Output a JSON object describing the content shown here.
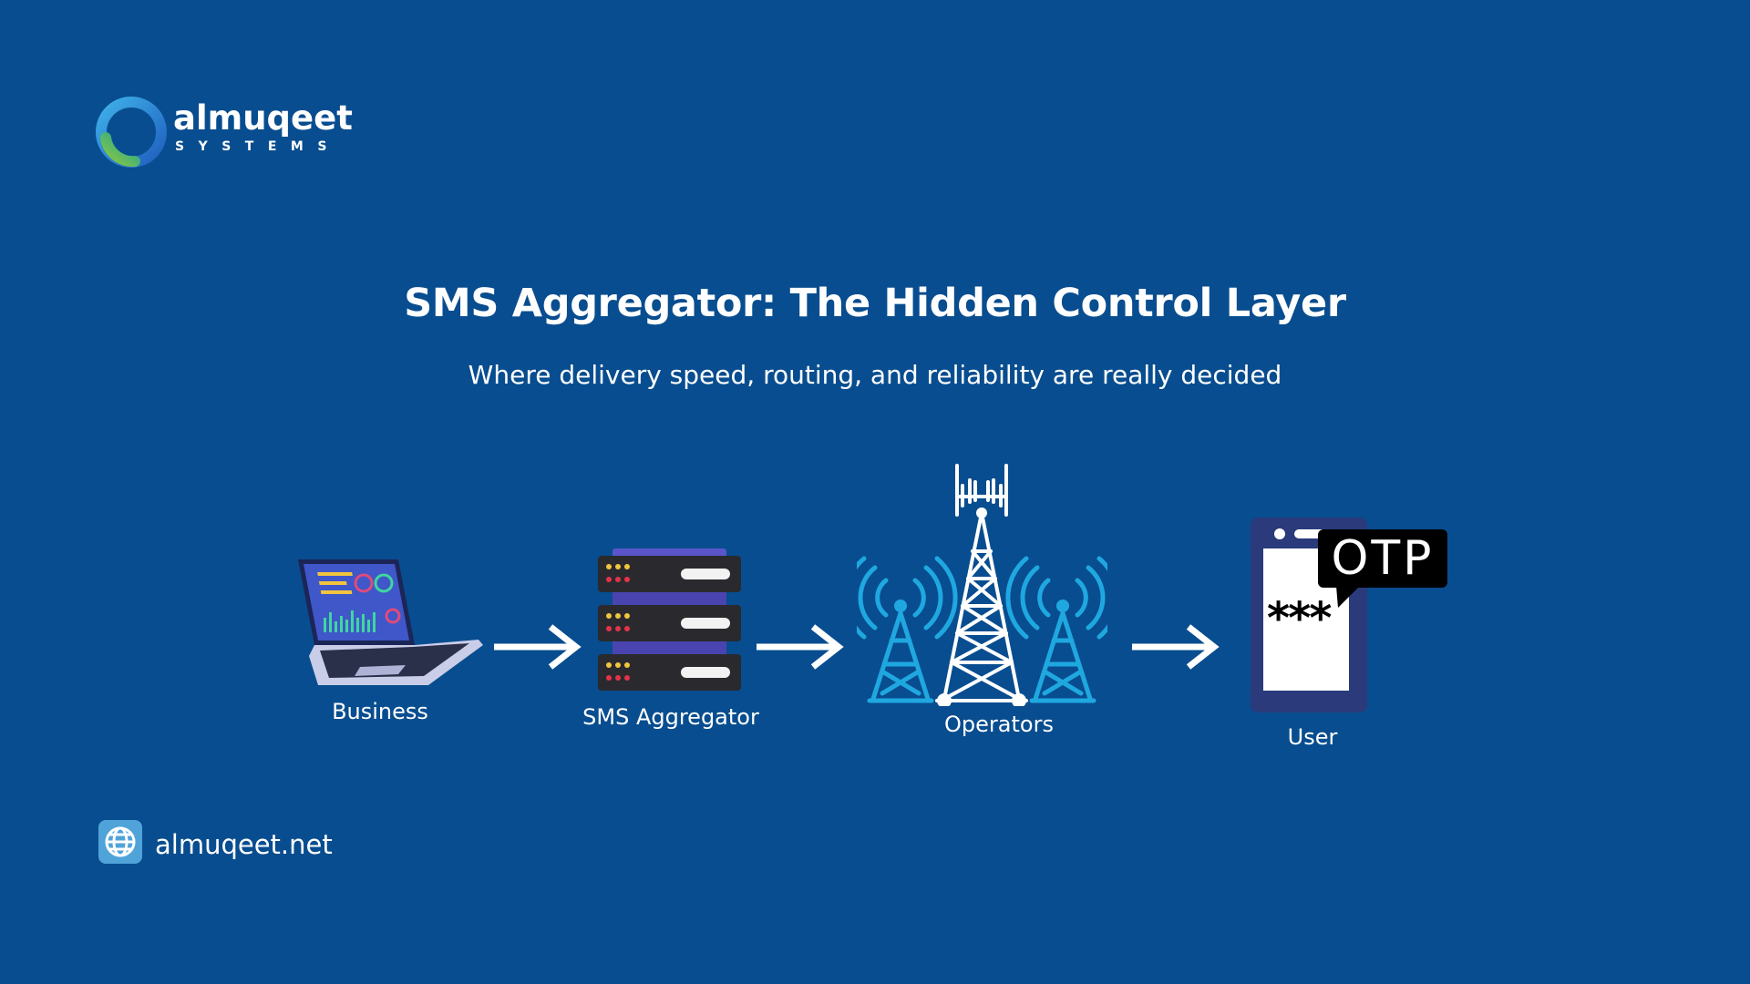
{
  "brand": {
    "name": "almuqeet",
    "subtitle": "SYSTEMS",
    "logo_icon": "circular-swirl-logo"
  },
  "title": "SMS Aggregator: The Hidden Control Layer",
  "subtitle": "Where delivery speed, routing, and reliability are really decided",
  "flow": {
    "nodes": [
      {
        "label": "Business",
        "icon": "laptop-dashboard-icon"
      },
      {
        "label": "SMS Aggregator",
        "icon": "server-rack-icon"
      },
      {
        "label": "Operators",
        "icon": "cell-tower-icon"
      },
      {
        "label": "User",
        "icon": "phone-otp-icon"
      }
    ],
    "otp_badge": "OTP",
    "otp_code": "***"
  },
  "footer": {
    "website": "almuqeet.net",
    "icon": "globe-icon"
  },
  "colors": {
    "background": "#084d8f",
    "accent_light_blue": "#1fa8e0",
    "text": "#ffffff"
  }
}
